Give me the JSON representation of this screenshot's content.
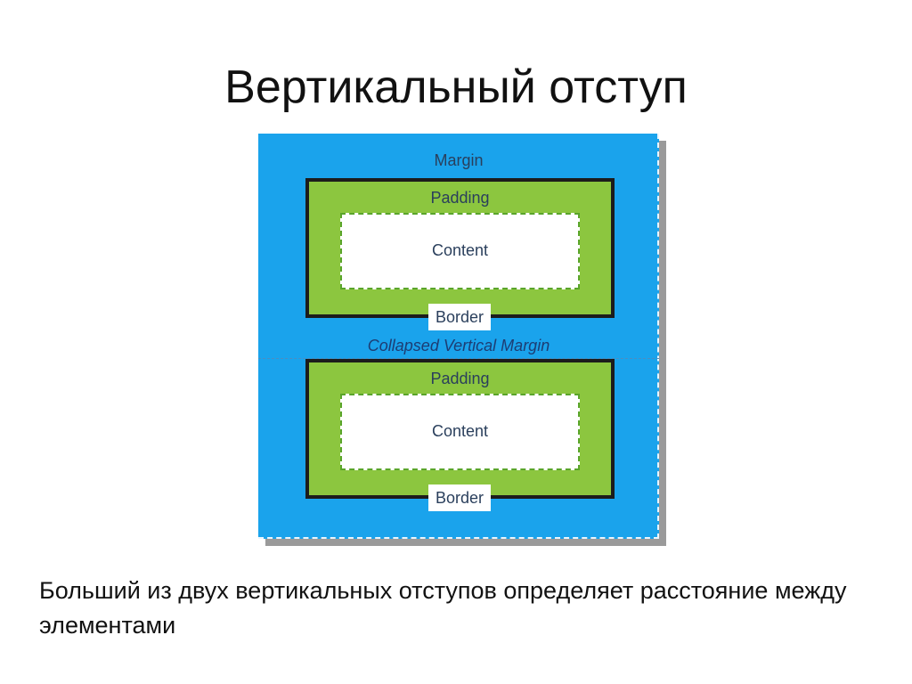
{
  "title": "Вертикальный отступ",
  "diagram": {
    "margin_label": "Margin",
    "collapsed_label": "Collapsed Vertical Margin",
    "blocks": [
      {
        "padding_label": "Padding",
        "content_label": "Content",
        "border_label": "Border"
      },
      {
        "padding_label": "Padding",
        "content_label": "Content",
        "border_label": "Border"
      }
    ],
    "colors": {
      "margin": "#1aa3ec",
      "padding": "#8cc63f",
      "border": "#1c1c1c",
      "content": "#ffffff"
    }
  },
  "caption": "Больший из двух вертикальных отступов определяет расстояние между элементами"
}
